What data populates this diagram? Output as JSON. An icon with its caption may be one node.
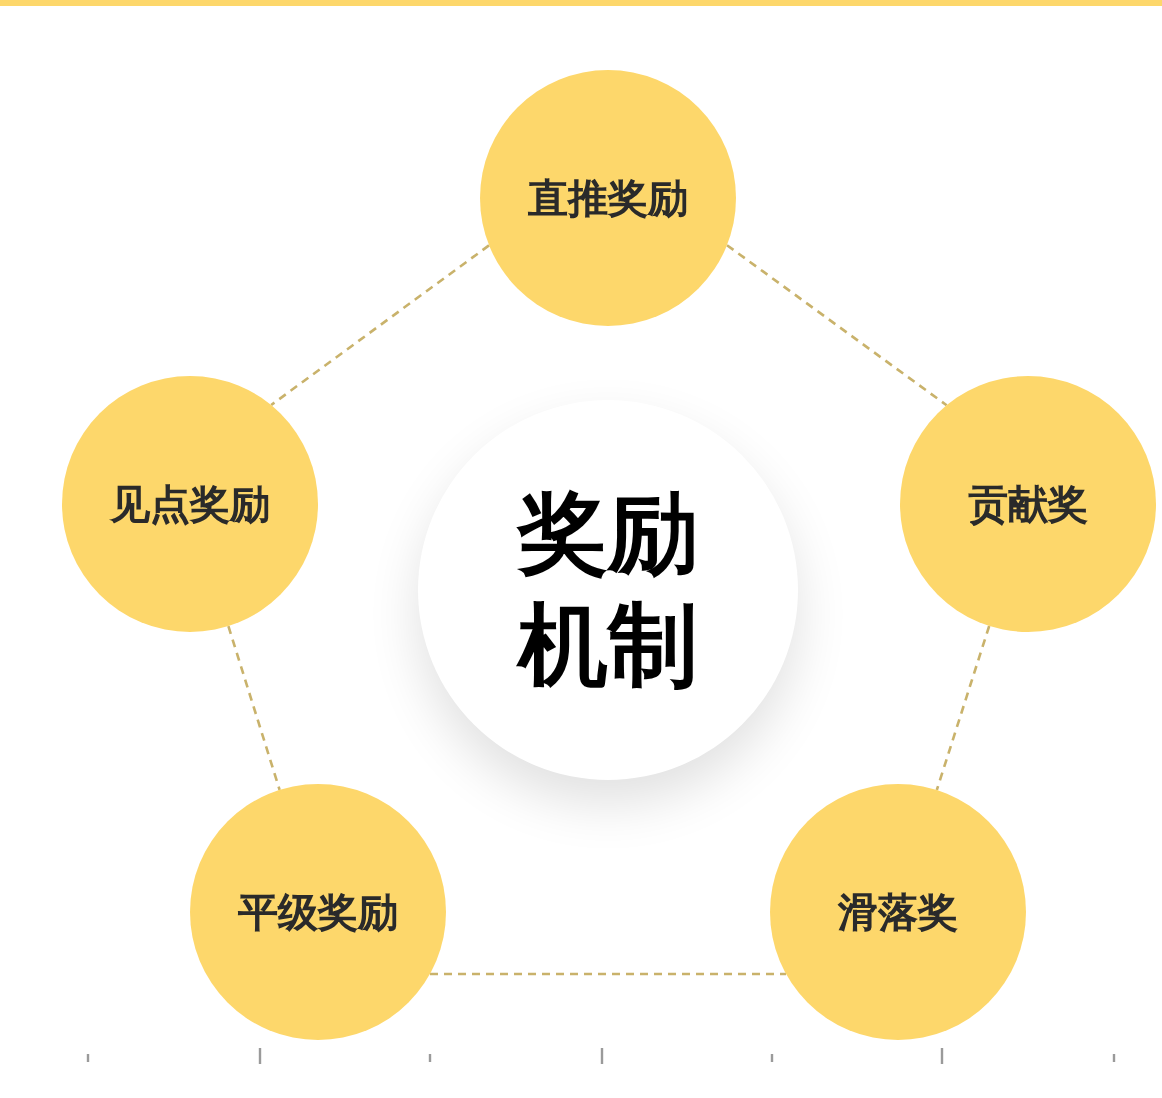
{
  "diagram": {
    "nodes": [
      {
        "text": [
          "直推奖励"
        ]
      },
      {
        "text": [
          "见点奖励"
        ]
      },
      {
        "text": [
          "奖励机制"
        ]
      },
      {
        "text": [
          "贡献奖"
        ]
      },
      {
        "text": [
          "平级奖励"
        ]
      },
      {
        "text": [
          "滑落奖"
        ]
      }
    ],
    "edges": [
      {
        "from": 0,
        "to": 1,
        "arrow": "none",
        "style": "dashed"
      },
      {
        "from": 0,
        "to": 3,
        "arrow": "none",
        "style": "dashed"
      },
      {
        "from": 1,
        "to": 4,
        "arrow": "none",
        "style": "dashed"
      },
      {
        "from": 3,
        "to": 5,
        "arrow": "none",
        "style": "dashed"
      },
      {
        "from": 4,
        "to": 5,
        "arrow": "none",
        "style": "dashed"
      }
    ]
  }
}
